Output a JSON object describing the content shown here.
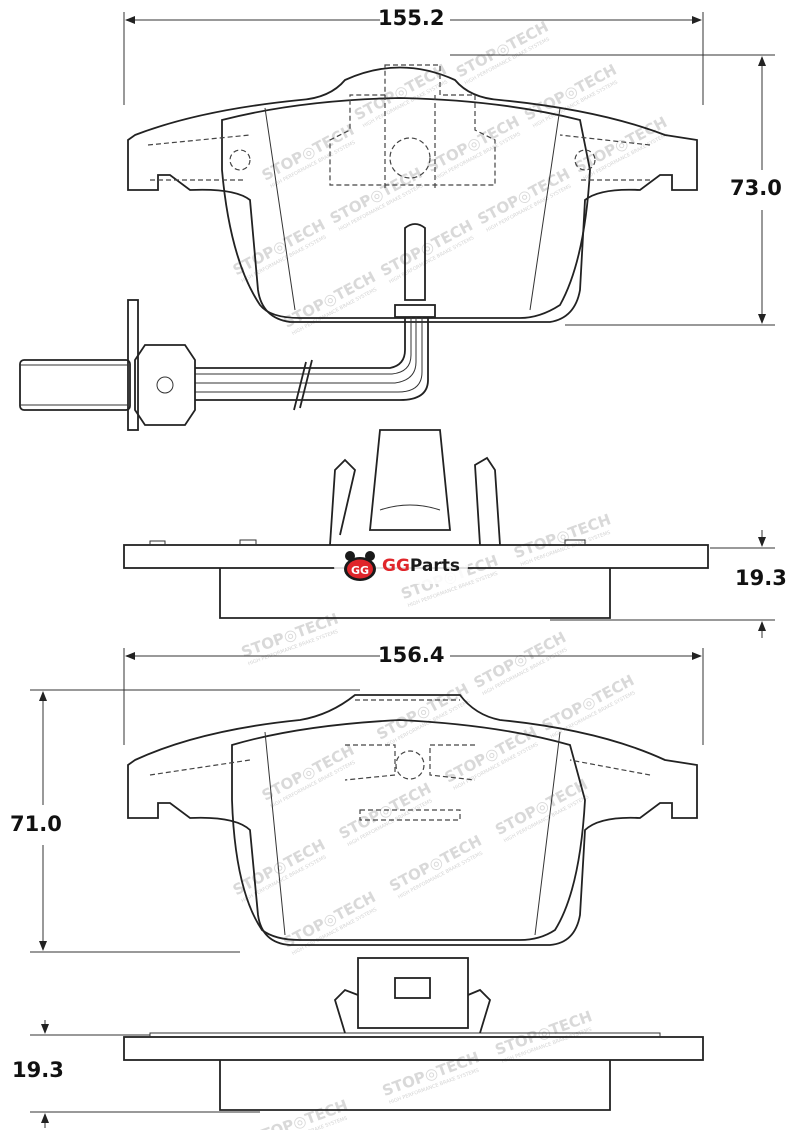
{
  "dimensions": {
    "top_width": "155.2",
    "top_height": "73.0",
    "top_thickness": "19.3",
    "bottom_width": "156.4",
    "bottom_height": "71.0",
    "bottom_thickness": "19.3"
  },
  "watermark": {
    "brand": "STOPTECH",
    "tagline": "HIGH PERFORMANCE BRAKE SYSTEMS"
  },
  "logo": {
    "text_a": "GG",
    "text_b": "Parts",
    "accent": "#e0262b",
    "dark": "#1a1a1a"
  }
}
